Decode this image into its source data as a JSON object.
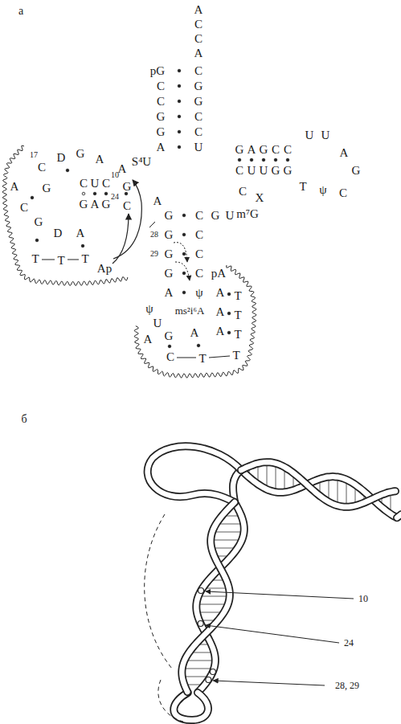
{
  "diagram": {
    "labels": [
      "а",
      "A",
      "C",
      "C",
      "A",
      "C",
      "G",
      "G",
      "C",
      "C",
      "U",
      "pG",
      "C",
      "C",
      "G",
      "G",
      "A",
      "S⁴U",
      "A",
      "C",
      "U",
      "C",
      "10",
      "G",
      "G",
      "A",
      "G",
      "24",
      "C",
      "D",
      "G",
      "A",
      "17",
      "C",
      "A",
      "G",
      "C",
      "G",
      "D",
      "A",
      "T",
      "T",
      "T",
      "Ap",
      "G",
      "A",
      "G",
      "C",
      "C",
      "C",
      "U",
      "U",
      "G",
      "G",
      "U",
      "U",
      "A",
      "G",
      "C",
      "ψ",
      "T",
      "C",
      "X",
      "A",
      "G",
      "C",
      "G",
      "U",
      "m⁷G",
      "G",
      "C",
      "28",
      "G",
      "C",
      "29",
      "G",
      "C",
      "pA",
      "A",
      "ψ",
      "A",
      "T",
      "ψ",
      "ms²i⁶A",
      "A",
      "T",
      "U",
      "A",
      "G",
      "A",
      "A",
      "T",
      "C",
      "T",
      "T",
      "б",
      "10",
      "24",
      "28, 29"
    ]
  }
}
